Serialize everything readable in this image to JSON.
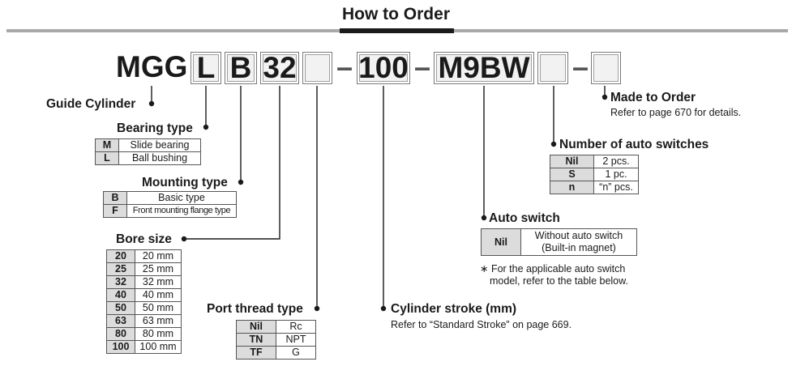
{
  "title": "How to Order",
  "code": {
    "prefix": "MGG",
    "boxes": [
      "L",
      "B",
      "32",
      "",
      "100",
      "M9BW",
      "",
      ""
    ],
    "dash": "–"
  },
  "guide_cylinder": {
    "label": "Guide Cylinder"
  },
  "bearing_type": {
    "label": "Bearing type",
    "rows": [
      {
        "code": "M",
        "desc": "Slide bearing"
      },
      {
        "code": "L",
        "desc": "Ball bushing"
      }
    ]
  },
  "mounting_type": {
    "label": "Mounting type",
    "rows": [
      {
        "code": "B",
        "desc": "Basic type"
      },
      {
        "code": "F",
        "desc": "Front mounting flange type"
      }
    ]
  },
  "bore_size": {
    "label": "Bore size",
    "rows": [
      {
        "code": "20",
        "desc": "20 mm"
      },
      {
        "code": "25",
        "desc": "25 mm"
      },
      {
        "code": "32",
        "desc": "32 mm"
      },
      {
        "code": "40",
        "desc": "40 mm"
      },
      {
        "code": "50",
        "desc": "50 mm"
      },
      {
        "code": "63",
        "desc": "63 mm"
      },
      {
        "code": "80",
        "desc": "80 mm"
      },
      {
        "code": "100",
        "desc": "100 mm"
      }
    ]
  },
  "port_thread": {
    "label": "Port thread type",
    "rows": [
      {
        "code": "Nil",
        "desc": "Rc"
      },
      {
        "code": "TN",
        "desc": "NPT"
      },
      {
        "code": "TF",
        "desc": "G"
      }
    ]
  },
  "cylinder_stroke": {
    "label": "Cylinder stroke (mm)",
    "note": "Refer to “Standard Stroke” on page 669."
  },
  "auto_switch": {
    "label": "Auto switch",
    "row": {
      "code": "Nil",
      "desc_line1": "Without auto switch",
      "desc_line2": "(Built-in magnet)"
    },
    "note_line1": "∗ For the applicable auto switch",
    "note_line2": "model, refer to the table below."
  },
  "num_switches": {
    "label": "Number of auto switches",
    "rows": [
      {
        "code": "Nil",
        "desc": "2 pcs."
      },
      {
        "code": "S",
        "desc": "1 pc."
      },
      {
        "code": "n",
        "desc": "“n” pcs."
      }
    ]
  },
  "made_to_order": {
    "label": "Made to Order",
    "note": "Refer to page 670 for details."
  }
}
